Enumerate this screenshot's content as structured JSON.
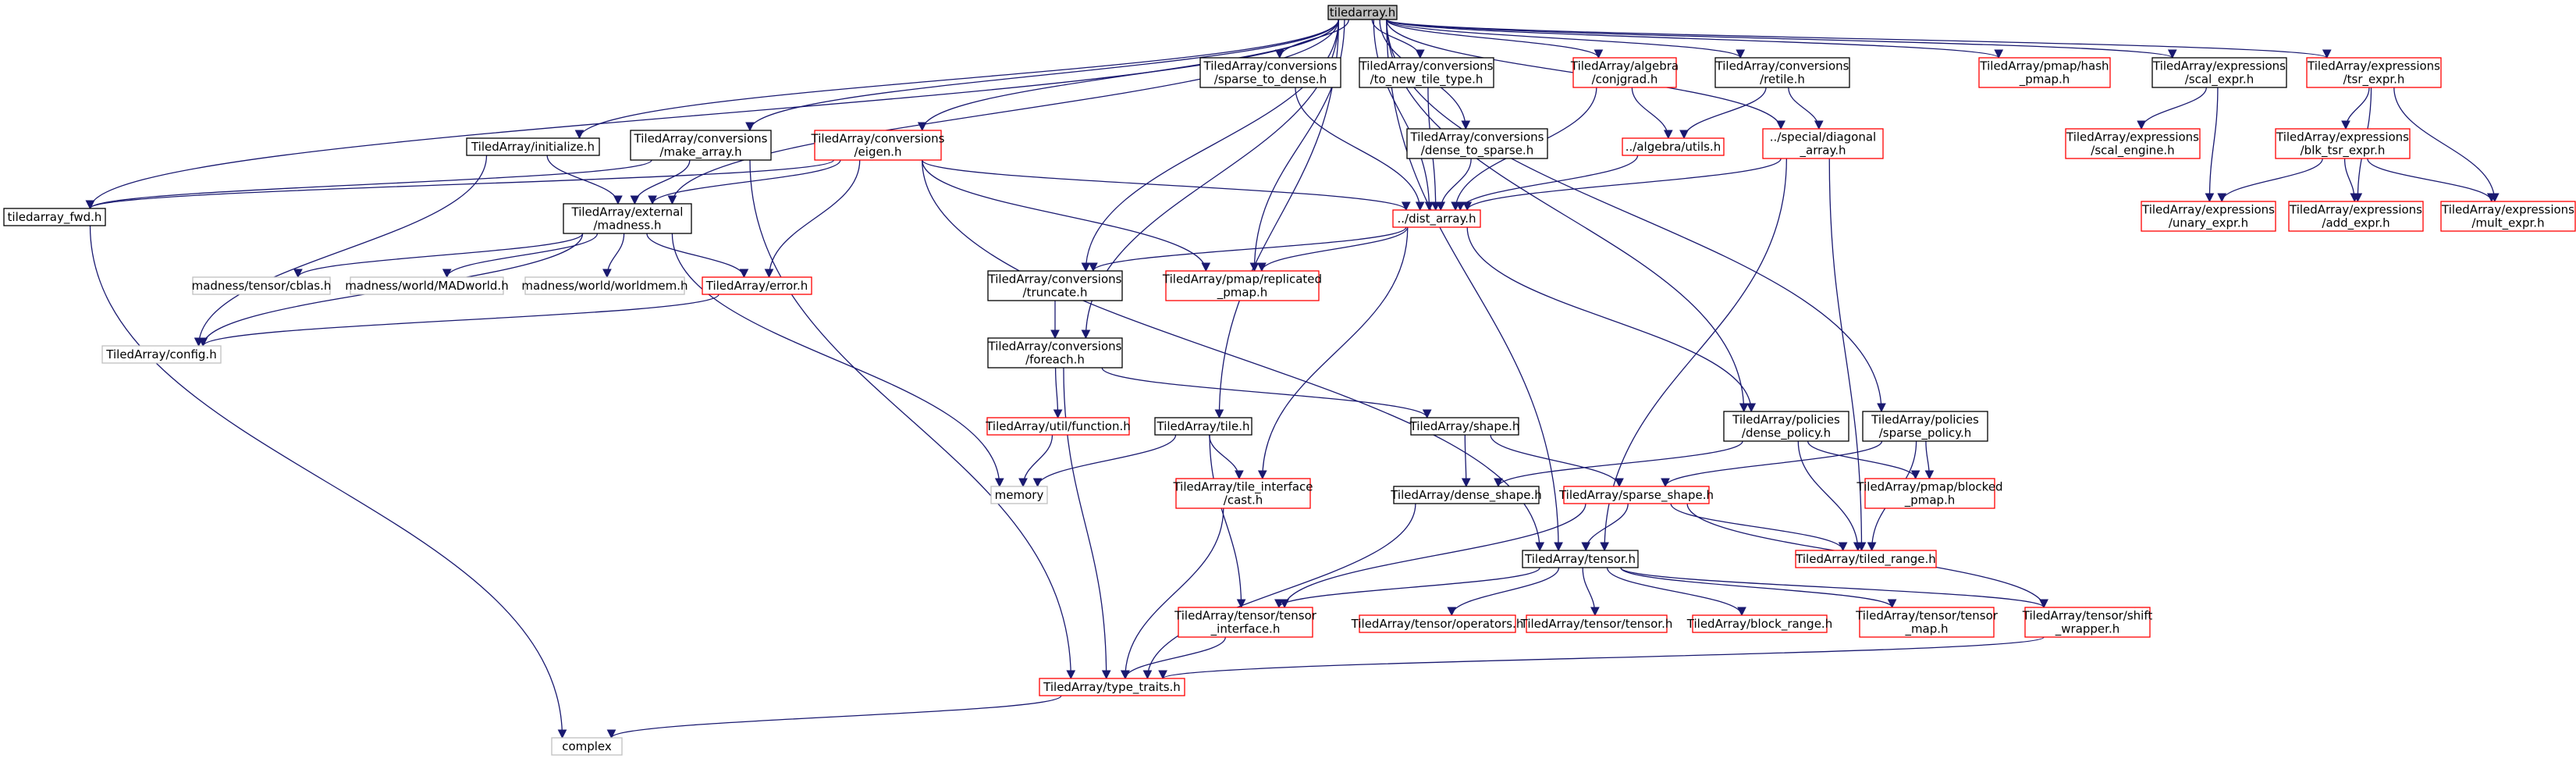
{
  "graph": {
    "nodes": [
      {
        "id": "root",
        "label": [
          "tiledarray.h"
        ],
        "style": "root"
      },
      {
        "id": "fwd",
        "label": [
          "tiledarray_fwd.h"
        ],
        "style": "black"
      },
      {
        "id": "init",
        "label": [
          "TiledArray/initialize.h"
        ],
        "style": "black"
      },
      {
        "id": "mkarr",
        "label": [
          "TiledArray/conversions",
          "/make_array.h"
        ],
        "style": "black"
      },
      {
        "id": "eigen",
        "label": [
          "TiledArray/conversions",
          "/eigen.h"
        ],
        "style": "red"
      },
      {
        "id": "s2d",
        "label": [
          "TiledArray/conversions",
          "/sparse_to_dense.h"
        ],
        "style": "black"
      },
      {
        "id": "tnt",
        "label": [
          "TiledArray/conversions",
          "/to_new_tile_type.h"
        ],
        "style": "black"
      },
      {
        "id": "d2s",
        "label": [
          "TiledArray/conversions",
          "/dense_to_sparse.h"
        ],
        "style": "black"
      },
      {
        "id": "conj",
        "label": [
          "TiledArray/algebra",
          "/conjgrad.h"
        ],
        "style": "red"
      },
      {
        "id": "retile",
        "label": [
          "TiledArray/conversions",
          "/retile.h"
        ],
        "style": "black"
      },
      {
        "id": "hashp",
        "label": [
          "TiledArray/pmap/hash",
          "_pmap.h"
        ],
        "style": "red"
      },
      {
        "id": "scalx",
        "label": [
          "TiledArray/expressions",
          "/scal_expr.h"
        ],
        "style": "black"
      },
      {
        "id": "tsrx",
        "label": [
          "TiledArray/expressions",
          "/tsr_expr.h"
        ],
        "style": "red"
      },
      {
        "id": "autils",
        "label": [
          "../algebra/utils.h"
        ],
        "style": "red"
      },
      {
        "id": "diag",
        "label": [
          "../special/diagonal",
          "_array.h"
        ],
        "style": "red"
      },
      {
        "id": "scaleng",
        "label": [
          "TiledArray/expressions",
          "/scal_engine.h"
        ],
        "style": "red"
      },
      {
        "id": "blktsr",
        "label": [
          "TiledArray/expressions",
          "/blk_tsr_expr.h"
        ],
        "style": "red"
      },
      {
        "id": "madness",
        "label": [
          "TiledArray/external",
          "/madness.h"
        ],
        "style": "black"
      },
      {
        "id": "dist",
        "label": [
          "../dist_array.h"
        ],
        "style": "red"
      },
      {
        "id": "unary",
        "label": [
          "TiledArray/expressions",
          "/unary_expr.h"
        ],
        "style": "red"
      },
      {
        "id": "addx",
        "label": [
          "TiledArray/expressions",
          "/add_expr.h"
        ],
        "style": "red"
      },
      {
        "id": "multx",
        "label": [
          "TiledArray/expressions",
          "/mult_expr.h"
        ],
        "style": "red"
      },
      {
        "id": "cblas",
        "label": [
          "madness/tensor/cblas.h"
        ],
        "style": "gray"
      },
      {
        "id": "madw",
        "label": [
          "madness/world/MADworld.h"
        ],
        "style": "gray"
      },
      {
        "id": "wmem",
        "label": [
          "madness/world/worldmem.h"
        ],
        "style": "gray"
      },
      {
        "id": "err",
        "label": [
          "TiledArray/error.h"
        ],
        "style": "red"
      },
      {
        "id": "trunc",
        "label": [
          "TiledArray/conversions",
          "/truncate.h"
        ],
        "style": "black"
      },
      {
        "id": "repl",
        "label": [
          "TiledArray/pmap/replicated",
          "_pmap.h"
        ],
        "style": "red"
      },
      {
        "id": "config",
        "label": [
          "TiledArray/config.h"
        ],
        "style": "gray"
      },
      {
        "id": "foreach",
        "label": [
          "TiledArray/conversions",
          "/foreach.h"
        ],
        "style": "black"
      },
      {
        "id": "ufunc",
        "label": [
          "TiledArray/util/function.h"
        ],
        "style": "red"
      },
      {
        "id": "tile",
        "label": [
          "TiledArray/tile.h"
        ],
        "style": "black"
      },
      {
        "id": "shape",
        "label": [
          "TiledArray/shape.h"
        ],
        "style": "black"
      },
      {
        "id": "densep",
        "label": [
          "TiledArray/policies",
          "/dense_policy.h"
        ],
        "style": "black"
      },
      {
        "id": "sparsep",
        "label": [
          "TiledArray/policies",
          "/sparse_policy.h"
        ],
        "style": "black"
      },
      {
        "id": "memory",
        "label": [
          "memory"
        ],
        "style": "gray"
      },
      {
        "id": "tcast",
        "label": [
          "TiledArray/tile_interface",
          "/cast.h"
        ],
        "style": "red"
      },
      {
        "id": "dshape",
        "label": [
          "TiledArray/dense_shape.h"
        ],
        "style": "black"
      },
      {
        "id": "sshape",
        "label": [
          "TiledArray/sparse_shape.h"
        ],
        "style": "red"
      },
      {
        "id": "blocked",
        "label": [
          "TiledArray/pmap/blocked",
          "_pmap.h"
        ],
        "style": "red"
      },
      {
        "id": "trange",
        "label": [
          "TiledArray/tiled_range.h"
        ],
        "style": "red"
      },
      {
        "id": "tensor",
        "label": [
          "TiledArray/tensor.h"
        ],
        "style": "black"
      },
      {
        "id": "tiface",
        "label": [
          "TiledArray/tensor/tensor",
          "_interface.h"
        ],
        "style": "red"
      },
      {
        "id": "tops",
        "label": [
          "TiledArray/tensor/operators.h"
        ],
        "style": "red"
      },
      {
        "id": "ttensor",
        "label": [
          "TiledArray/tensor/tensor.h"
        ],
        "style": "red"
      },
      {
        "id": "brange",
        "label": [
          "TiledArray/block_range.h"
        ],
        "style": "red"
      },
      {
        "id": "tmap",
        "label": [
          "TiledArray/tensor/tensor",
          "_map.h"
        ],
        "style": "red"
      },
      {
        "id": "shiftw",
        "label": [
          "TiledArray/tensor/shift",
          "_wrapper.h"
        ],
        "style": "red"
      },
      {
        "id": "ttraits",
        "label": [
          "TiledArray/type_traits.h"
        ],
        "style": "red"
      },
      {
        "id": "complex",
        "label": [
          "complex"
        ],
        "style": "gray"
      }
    ],
    "edges": [
      [
        "root",
        "fwd"
      ],
      [
        "root",
        "init"
      ],
      [
        "root",
        "madness"
      ],
      [
        "root",
        "mkarr"
      ],
      [
        "root",
        "eigen"
      ],
      [
        "root",
        "trunc"
      ],
      [
        "root",
        "foreach"
      ],
      [
        "root",
        "tile"
      ],
      [
        "root",
        "tensor"
      ],
      [
        "root",
        "s2d"
      ],
      [
        "root",
        "tnt"
      ],
      [
        "root",
        "d2s"
      ],
      [
        "root",
        "dist"
      ],
      [
        "root",
        "repl"
      ],
      [
        "root",
        "conj"
      ],
      [
        "root",
        "retile"
      ],
      [
        "root",
        "diag"
      ],
      [
        "root",
        "densep"
      ],
      [
        "root",
        "sparsep"
      ],
      [
        "root",
        "hashp"
      ],
      [
        "root",
        "scalx"
      ],
      [
        "root",
        "tsrx"
      ],
      [
        "fwd",
        "complex"
      ],
      [
        "init",
        "madness"
      ],
      [
        "init",
        "config"
      ],
      [
        "mkarr",
        "madness"
      ],
      [
        "mkarr",
        "fwd"
      ],
      [
        "mkarr",
        "ttraits"
      ],
      [
        "eigen",
        "fwd"
      ],
      [
        "eigen",
        "madness"
      ],
      [
        "eigen",
        "err"
      ],
      [
        "eigen",
        "repl"
      ],
      [
        "eigen",
        "dist"
      ],
      [
        "eigen",
        "tensor"
      ],
      [
        "s2d",
        "dist"
      ],
      [
        "tnt",
        "dist"
      ],
      [
        "d2s",
        "dist"
      ],
      [
        "conj",
        "autils"
      ],
      [
        "conj",
        "dist"
      ],
      [
        "retile",
        "autils"
      ],
      [
        "retile",
        "diag"
      ],
      [
        "autils",
        "dist"
      ],
      [
        "diag",
        "dist"
      ],
      [
        "diag",
        "tensor"
      ],
      [
        "diag",
        "trange"
      ],
      [
        "scalx",
        "scaleng"
      ],
      [
        "scalx",
        "unary"
      ],
      [
        "tsrx",
        "blktsr"
      ],
      [
        "tsrx",
        "addx"
      ],
      [
        "tsrx",
        "multx"
      ],
      [
        "blktsr",
        "unary"
      ],
      [
        "blktsr",
        "addx"
      ],
      [
        "blktsr",
        "multx"
      ],
      [
        "madness",
        "cblas"
      ],
      [
        "madness",
        "madw"
      ],
      [
        "madness",
        "wmem"
      ],
      [
        "madness",
        "err"
      ],
      [
        "madness",
        "config"
      ],
      [
        "madness",
        "memory"
      ],
      [
        "err",
        "config"
      ],
      [
        "dist",
        "trunc"
      ],
      [
        "dist",
        "repl"
      ],
      [
        "dist",
        "densep"
      ],
      [
        "dist",
        "tcast"
      ],
      [
        "trunc",
        "foreach"
      ],
      [
        "foreach",
        "ufunc"
      ],
      [
        "foreach",
        "shape"
      ],
      [
        "foreach",
        "ttraits"
      ],
      [
        "ufunc",
        "memory"
      ],
      [
        "tile",
        "memory"
      ],
      [
        "tile",
        "tcast"
      ],
      [
        "tile",
        "tiface"
      ],
      [
        "shape",
        "dshape"
      ],
      [
        "shape",
        "sshape"
      ],
      [
        "densep",
        "dshape"
      ],
      [
        "densep",
        "blocked"
      ],
      [
        "densep",
        "trange"
      ],
      [
        "sparsep",
        "sshape"
      ],
      [
        "sparsep",
        "blocked"
      ],
      [
        "sparsep",
        "trange"
      ],
      [
        "tcast",
        "ttraits"
      ],
      [
        "dshape",
        "ttraits"
      ],
      [
        "sshape",
        "tensor"
      ],
      [
        "sshape",
        "trange"
      ],
      [
        "sshape",
        "tiface"
      ],
      [
        "sshape",
        "shiftw"
      ],
      [
        "tensor",
        "tiface"
      ],
      [
        "tensor",
        "tops"
      ],
      [
        "tensor",
        "ttensor"
      ],
      [
        "tensor",
        "brange"
      ],
      [
        "tensor",
        "tmap"
      ],
      [
        "tensor",
        "shiftw"
      ],
      [
        "tiface",
        "ttraits"
      ],
      [
        "shiftw",
        "ttraits"
      ],
      [
        "ttraits",
        "complex"
      ]
    ]
  }
}
